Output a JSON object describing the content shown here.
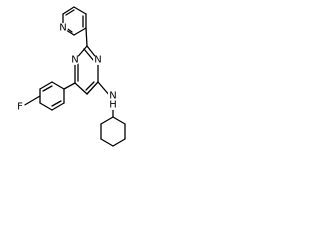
{
  "molecule": {
    "atoms": {
      "pyridine_n": "N",
      "pyrimidine_n_left": "N",
      "pyrimidine_n_right": "N",
      "fluorine": "F",
      "amine_n": "N",
      "amine_h": "H"
    }
  }
}
